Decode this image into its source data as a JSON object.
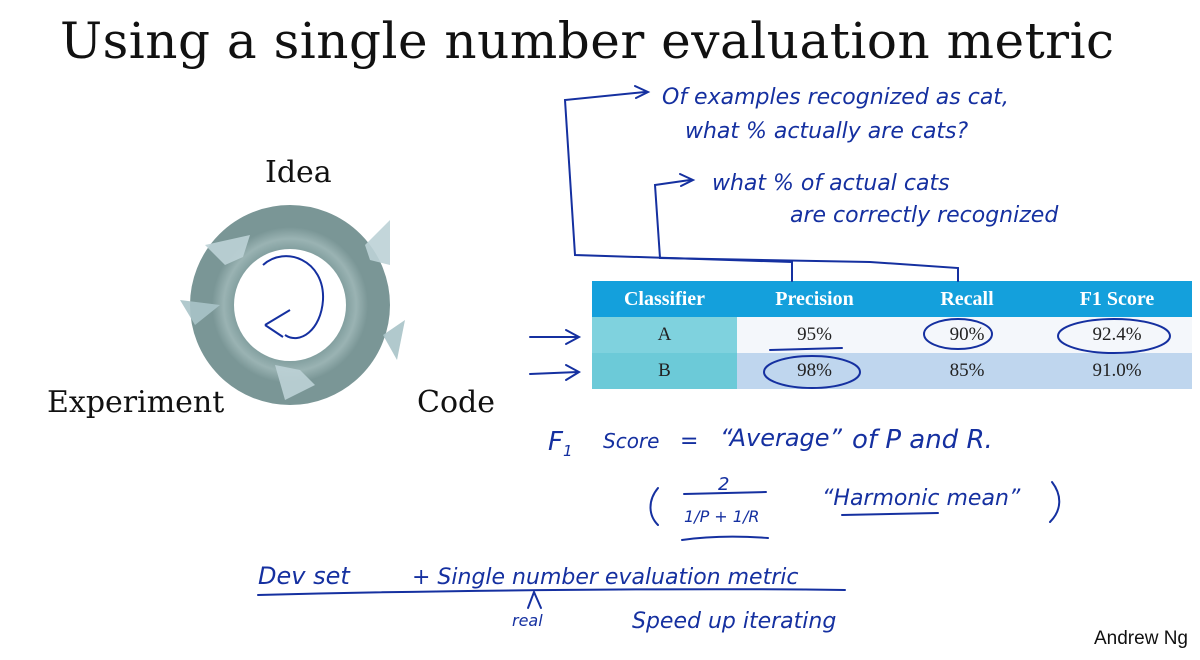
{
  "title": "Using a single number evaluation metric",
  "cycle": {
    "top_label": "Idea",
    "left_label": "Experiment",
    "right_label": "Code"
  },
  "table": {
    "headers": [
      "Classifier",
      "Precision",
      "Recall",
      "F1 Score"
    ],
    "rows": [
      {
        "classifier": "A",
        "precision": "95%",
        "recall": "90%",
        "f1": "92.4%"
      },
      {
        "classifier": "B",
        "precision": "98%",
        "recall": "85%",
        "f1": "91.0%"
      }
    ]
  },
  "handwriting": {
    "precision_note_1": "Of examples recognized as cat,",
    "precision_note_2": "what % actually are cats?",
    "recall_note_1": "what % of actual cats",
    "recall_note_2": "are correctly recognized",
    "f1_word": "F",
    "f1_sub": "1",
    "f1_score_word": "Score",
    "equals": "=",
    "average": "“Average”",
    "of_p_and_r": "of P and R.",
    "formula_num": "2",
    "formula_den": "1/P + 1/R",
    "harmonic": "“Harmonic mean”",
    "dev_set": "Dev set",
    "plus_single": "+ Single number evaluation metric",
    "real": "real",
    "speed_up": "Speed up iterating"
  },
  "author": "Andrew Ng",
  "colors": {
    "header": "#14a0dc",
    "ink": "#1530a0",
    "cycle": "#7d9c9c"
  }
}
